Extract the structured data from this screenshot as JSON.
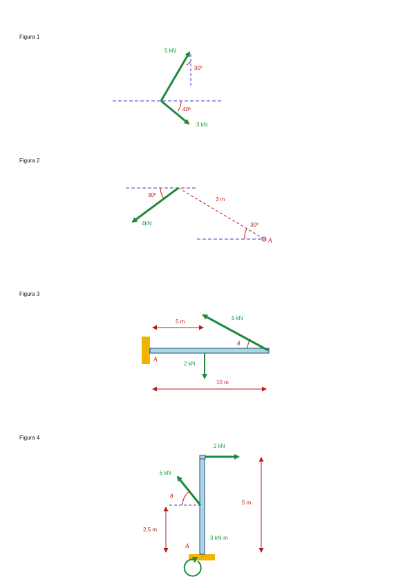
{
  "figures": [
    {
      "label": "Figura 1",
      "forces": [
        "5 kN",
        "3 kN"
      ],
      "angles": [
        "30º",
        "40º"
      ]
    },
    {
      "label": "Figura 2",
      "forces": [
        "4kN"
      ],
      "angles": [
        "30º",
        "30º"
      ],
      "distance": "3 m",
      "point": "A"
    },
    {
      "label": "Figura 3",
      "forces": [
        "5 kN",
        "2 kN"
      ],
      "angle": "θ",
      "dimensions": [
        "5 m",
        "10 m"
      ],
      "point": "A"
    },
    {
      "label": "Figura 4",
      "forces": [
        "2 kN",
        "6 kN"
      ],
      "moment": "3 kN·m",
      "angle": "θ",
      "dimensions": [
        "5 m",
        "2,5 m"
      ],
      "point": "A"
    }
  ],
  "colors": {
    "force": "#1e8a3c",
    "dimension": "#c01818",
    "reference_line": "#3a3ad0",
    "support": "#f0b400",
    "beam": "#a8d8e8"
  }
}
